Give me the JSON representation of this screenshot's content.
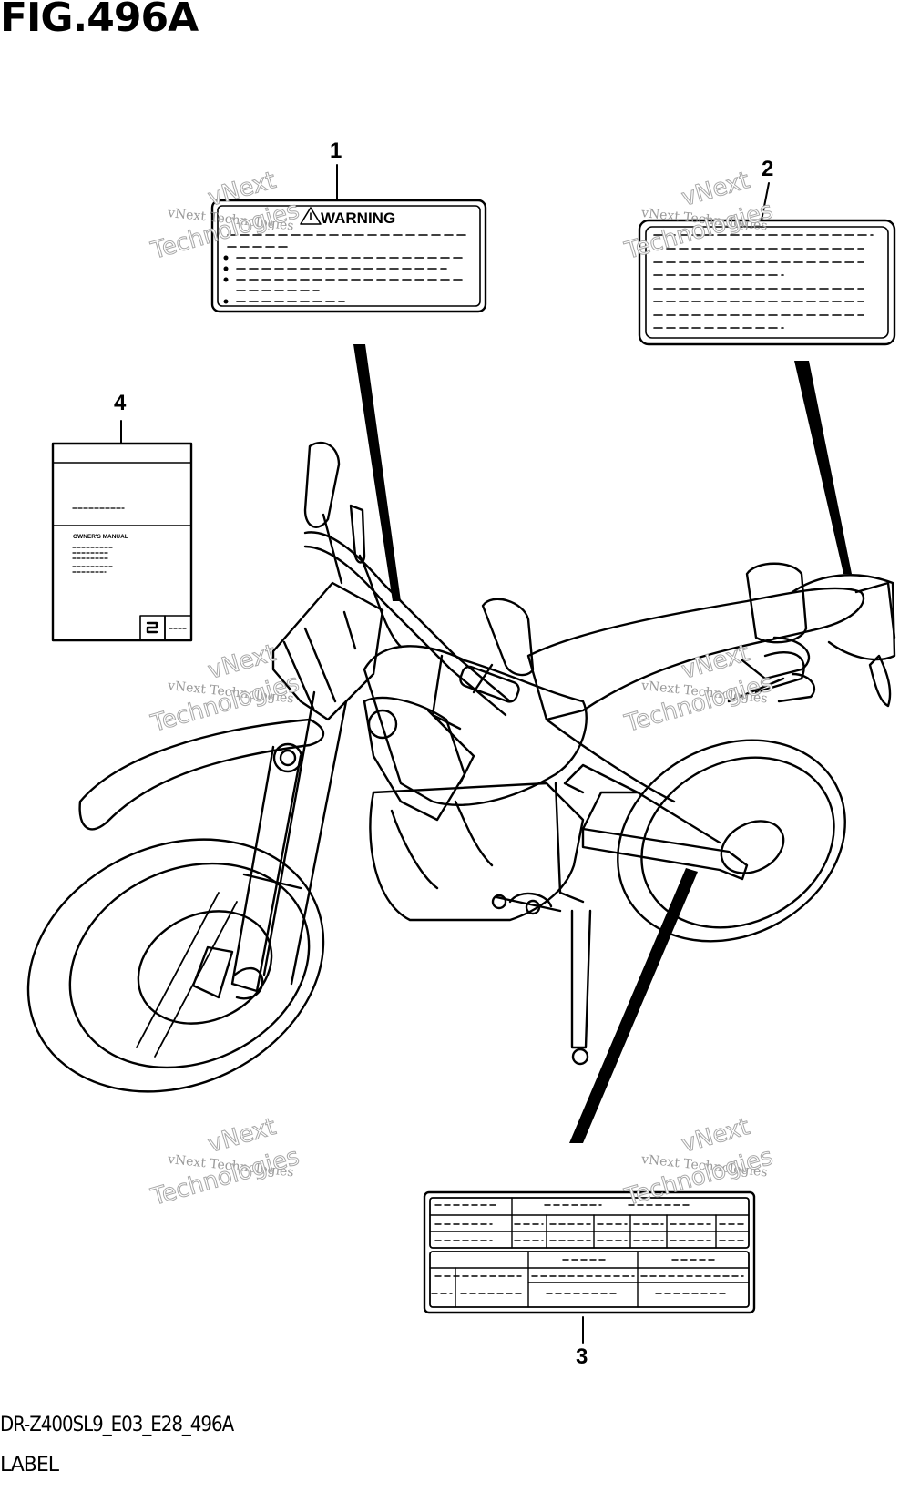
{
  "figure": {
    "title": "FIG.496A",
    "code": "DR-Z400SL9_E03_E28_496A",
    "name": "LABEL"
  },
  "callouts": [
    "1",
    "2",
    "3",
    "4"
  ],
  "labels": {
    "warning_heading": "WARNING",
    "manual_heading": "OWNER'S MANUAL"
  },
  "watermark": {
    "line1": "vNext Technologies",
    "line2": "vNext",
    "line3": "Technologies"
  }
}
